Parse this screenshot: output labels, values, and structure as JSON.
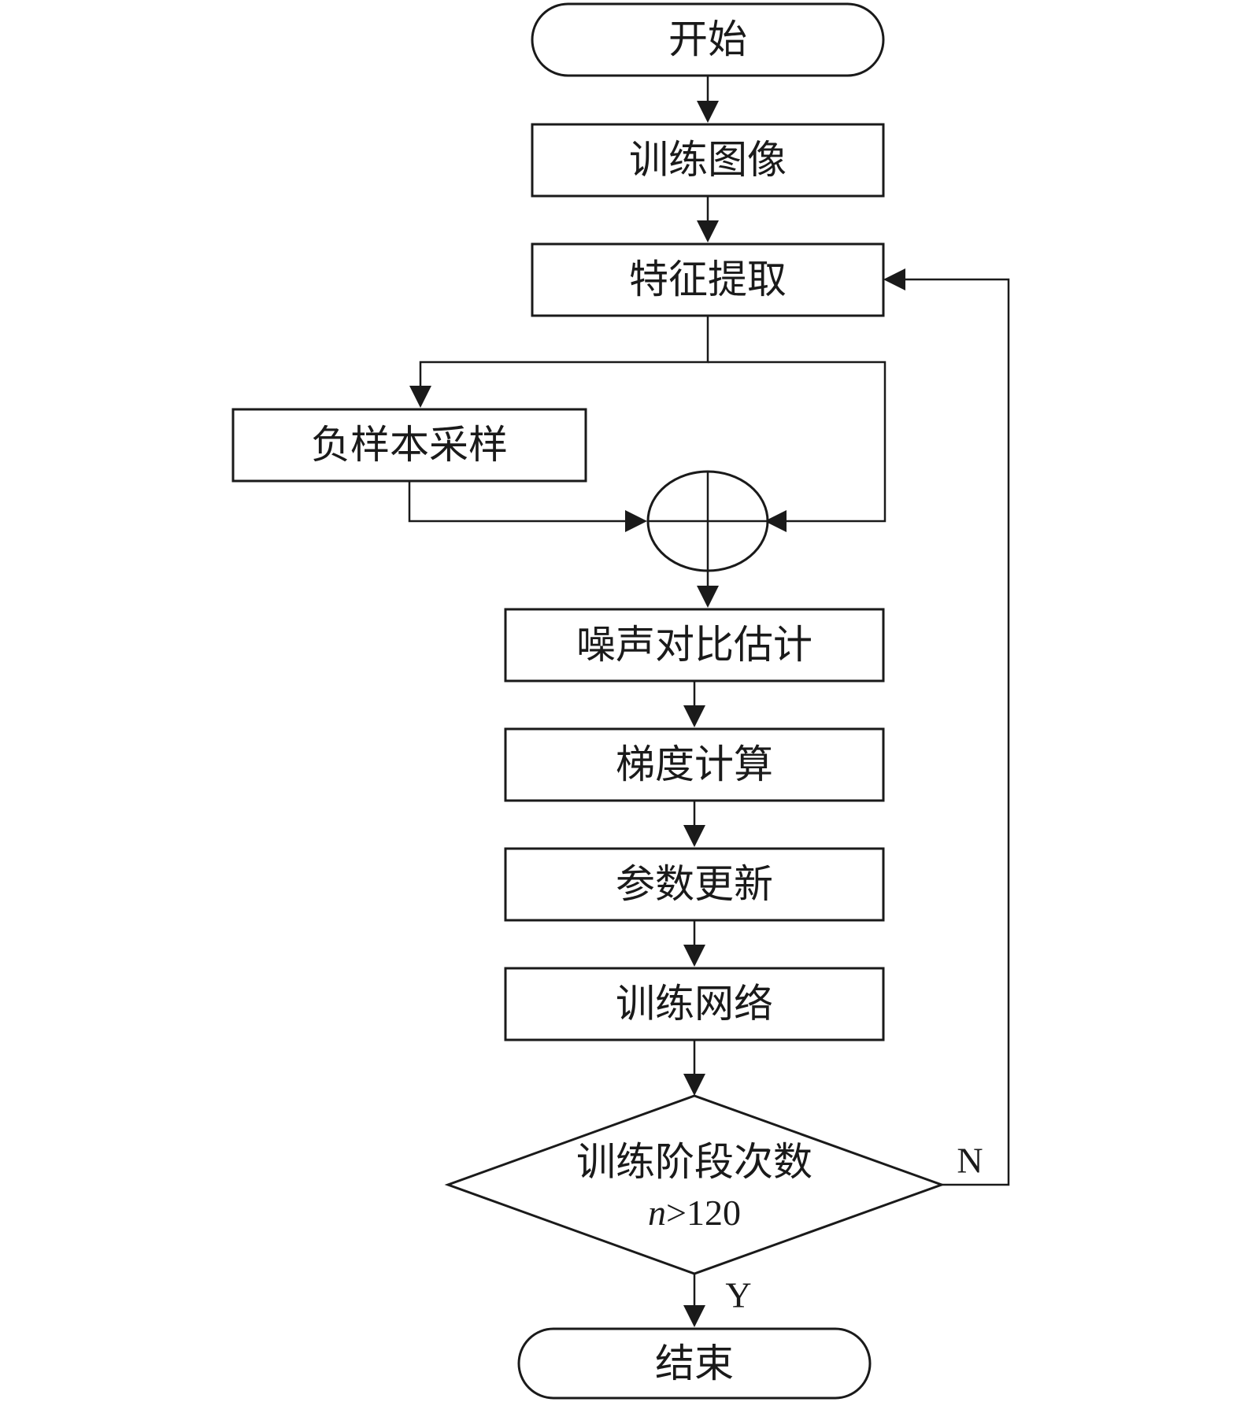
{
  "nodes": {
    "start": "开始",
    "train_images": "训练图像",
    "feature_extraction": "特征提取",
    "negative_sampling": "负样本采样",
    "nce": "噪声对比估计",
    "gradient": "梯度计算",
    "param_update": "参数更新",
    "train_network": "训练网络",
    "decision_line1": "训练阶段次数",
    "decision_var": "n",
    "decision_cond": ">120",
    "end": "结束"
  },
  "branches": {
    "no": "N",
    "yes": "Y"
  }
}
